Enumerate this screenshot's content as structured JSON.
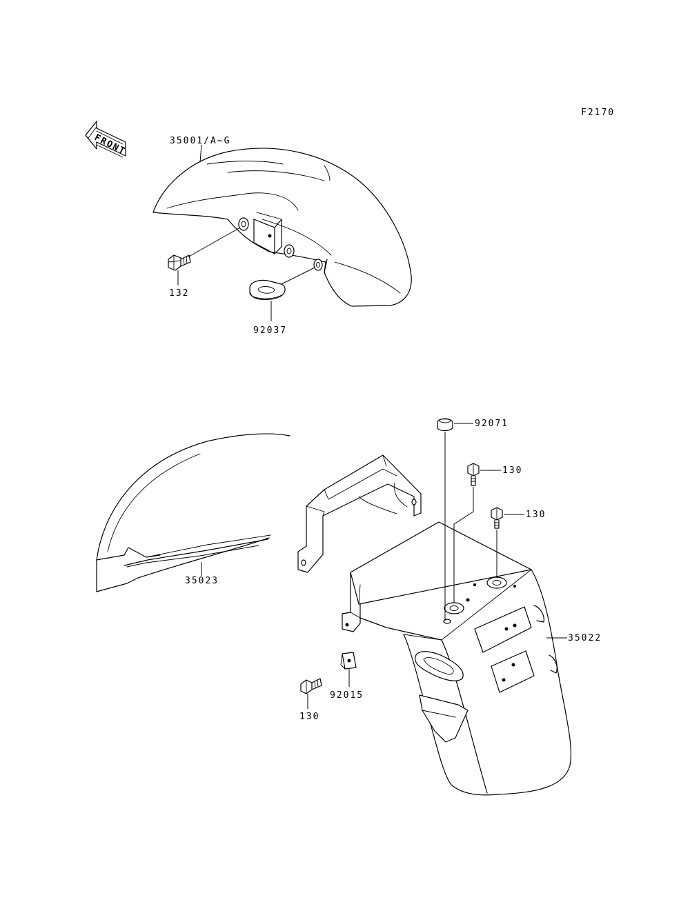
{
  "figure_code": "F2170",
  "front_label": "FRONT",
  "parts": {
    "front_fender": "35001/A~G",
    "bolt_front": "132",
    "guide_front": "92037",
    "grommet": "92071",
    "bolt_top_1": "130",
    "bolt_top_2": "130",
    "inner_fender": "35023",
    "rear_fender": "35022",
    "nut_clip": "92015",
    "bolt_lower": "130"
  }
}
